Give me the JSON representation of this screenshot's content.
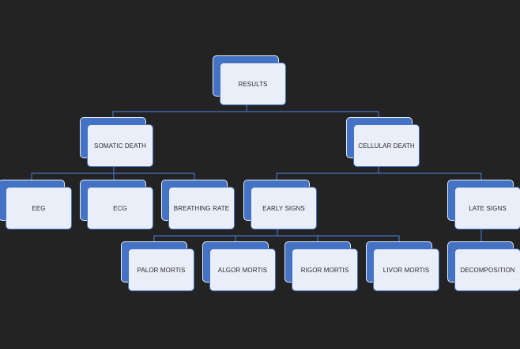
{
  "colors": {
    "background": "#232323",
    "node_back": "#4472c4",
    "node_front": "#e9eef8",
    "connector": "#4472c4"
  },
  "diagram": {
    "type": "hierarchy",
    "nodes": [
      {
        "id": "results",
        "label": "RESULTS",
        "parent": null
      },
      {
        "id": "somatic-death",
        "label": "SOMATIC DEATH",
        "parent": "results"
      },
      {
        "id": "cellular-death",
        "label": "CELLULAR DEATH",
        "parent": "results"
      },
      {
        "id": "eeg",
        "label": "EEG",
        "parent": "somatic-death"
      },
      {
        "id": "ecg",
        "label": "ECG",
        "parent": "somatic-death"
      },
      {
        "id": "breathing-rate",
        "label": "BREATHING RATE",
        "parent": "somatic-death"
      },
      {
        "id": "early-signs",
        "label": "EARLY SIGNS",
        "parent": "cellular-death"
      },
      {
        "id": "late-signs",
        "label": "LATE SIGNS",
        "parent": "cellular-death"
      },
      {
        "id": "palor-mortis",
        "label": "PALOR MORTIS",
        "parent": "early-signs"
      },
      {
        "id": "algor-mortis",
        "label": "ALGOR MORTIS",
        "parent": "early-signs"
      },
      {
        "id": "rigor-mortis",
        "label": "RIGOR MORTIS",
        "parent": "early-signs"
      },
      {
        "id": "livor-mortis",
        "label": "LIVOR MORTIS",
        "parent": "early-signs"
      },
      {
        "id": "decomposition",
        "label": "DECOMPOSITION",
        "parent": "late-signs"
      }
    ]
  }
}
